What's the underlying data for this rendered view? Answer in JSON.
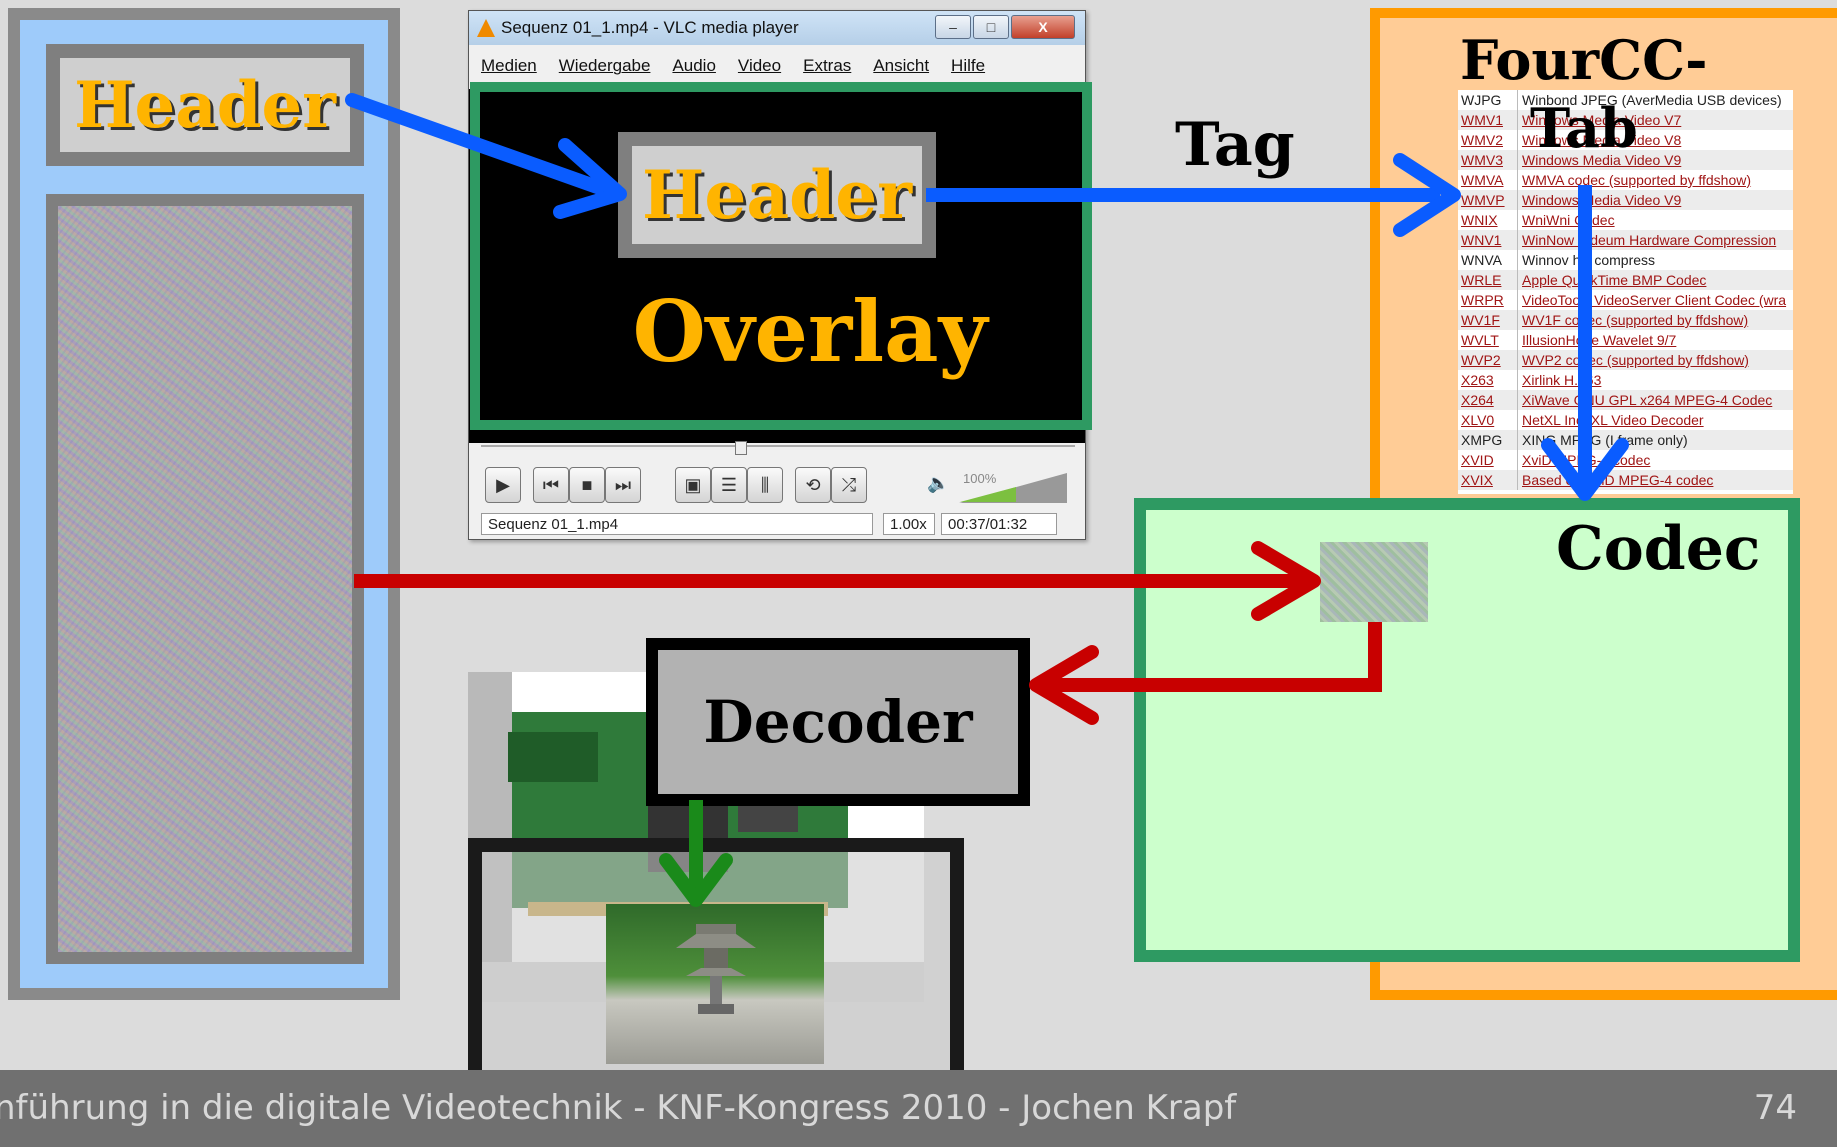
{
  "labels": {
    "header_left": "Header",
    "header_middle": "Header",
    "overlay": "Overlay",
    "tag": "Tag",
    "fourcc_title": "FourCC-",
    "fourcc_tab": "Tab",
    "codec": "Codec",
    "decoder": "Decoder"
  },
  "vlc": {
    "title": "Sequenz 01_1.mp4 - VLC media player",
    "window_buttons": [
      "–",
      "□",
      "X"
    ],
    "menu": [
      "Medien",
      "Wiedergabe",
      "Audio",
      "Video",
      "Extras",
      "Ansicht",
      "Hilfe"
    ],
    "volume": "100%",
    "status_file": "Sequenz 01_1.mp4",
    "speed": "1.00x",
    "time": "00:37/01:32",
    "controls": [
      "play-icon",
      "prev-icon",
      "stop-icon",
      "next-icon",
      "fullscreen-icon",
      "playlist-icon",
      "equalizer-icon",
      "loop-icon",
      "shuffle-icon"
    ]
  },
  "fourcc_table": [
    {
      "code": "WJPG",
      "desc": "Winbond JPEG (AverMedia USB devices)",
      "link": false
    },
    {
      "code": "WMV1",
      "desc": "Windows Media Video V7",
      "link": true
    },
    {
      "code": "WMV2",
      "desc": "Windows Media Video V8",
      "link": true
    },
    {
      "code": "WMV3",
      "desc": "Windows Media Video V9",
      "link": true
    },
    {
      "code": "WMVA",
      "desc": "WMVA codec (supported by ffdshow)",
      "link": true
    },
    {
      "code": "WMVP",
      "desc": "Windows Media Video V9",
      "link": true
    },
    {
      "code": "WNIX",
      "desc": "WniWni Codec",
      "link": true
    },
    {
      "code": "WNV1",
      "desc": "WinNow Videum Hardware Compression",
      "link": true
    },
    {
      "code": "WNVA",
      "desc": "Winnov hw compress",
      "link": false
    },
    {
      "code": "WRLE",
      "desc": "Apple QuickTime BMP Codec",
      "link": true
    },
    {
      "code": "WRPR",
      "desc": "VideoTools VideoServer Client Codec (wra",
      "link": true
    },
    {
      "code": "WV1F",
      "desc": "WV1F codec (supported by ffdshow)",
      "link": true
    },
    {
      "code": "WVLT",
      "desc": "IllusionHope Wavelet 9/7",
      "link": true
    },
    {
      "code": "WVP2",
      "desc": "WVP2 codec (supported by ffdshow)",
      "link": true
    },
    {
      "code": "X263",
      "desc": "Xirlink H.263",
      "link": true
    },
    {
      "code": "X264",
      "desc": "XiWave GNU GPL x264 MPEG-4 Codec",
      "link": true
    },
    {
      "code": "XLV0",
      "desc": "NetXL Inc. XL Video Decoder",
      "link": true
    },
    {
      "code": "XMPG",
      "desc": "XING MPEG (I frame only)",
      "link": false
    },
    {
      "code": "XVID",
      "desc": "XviD MPEG-4 codec",
      "link": true
    },
    {
      "code": "XVIX",
      "desc": "Based on XviD MPEG-4 codec",
      "link": true
    }
  ],
  "footer": {
    "text": "nführung in die digitale Videotechnik - KNF-Kongress 2010 - Jochen Krapf",
    "page": "74"
  },
  "colors": {
    "background": "#dcdcdc",
    "container": "#9ecbfa",
    "fourcc_box": "#ffcc96",
    "fourcc_border": "#ff9a00",
    "codec_box": "#ccffcc",
    "green_border": "#2e9a62",
    "header_text": "#ffb400",
    "arrow_blue": "#0a5cff",
    "arrow_red": "#c80000",
    "arrow_green": "#1a8a1a"
  }
}
